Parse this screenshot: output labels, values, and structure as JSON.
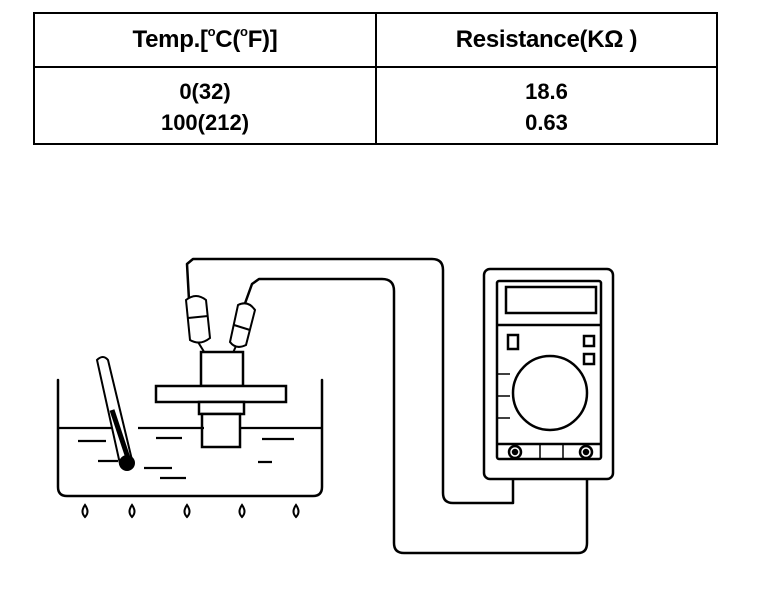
{
  "table": {
    "headers": {
      "temp_prefix": "Temp.[",
      "temp_deg1": "o",
      "temp_mid": "C(",
      "temp_deg2": "o",
      "temp_suffix": "F)]",
      "resistance": "Resistance(KΩ )"
    },
    "rows": [
      {
        "temp": "0(32)",
        "resistance": "18.6"
      },
      {
        "temp": "100(212)",
        "resistance": "0.63"
      }
    ]
  }
}
